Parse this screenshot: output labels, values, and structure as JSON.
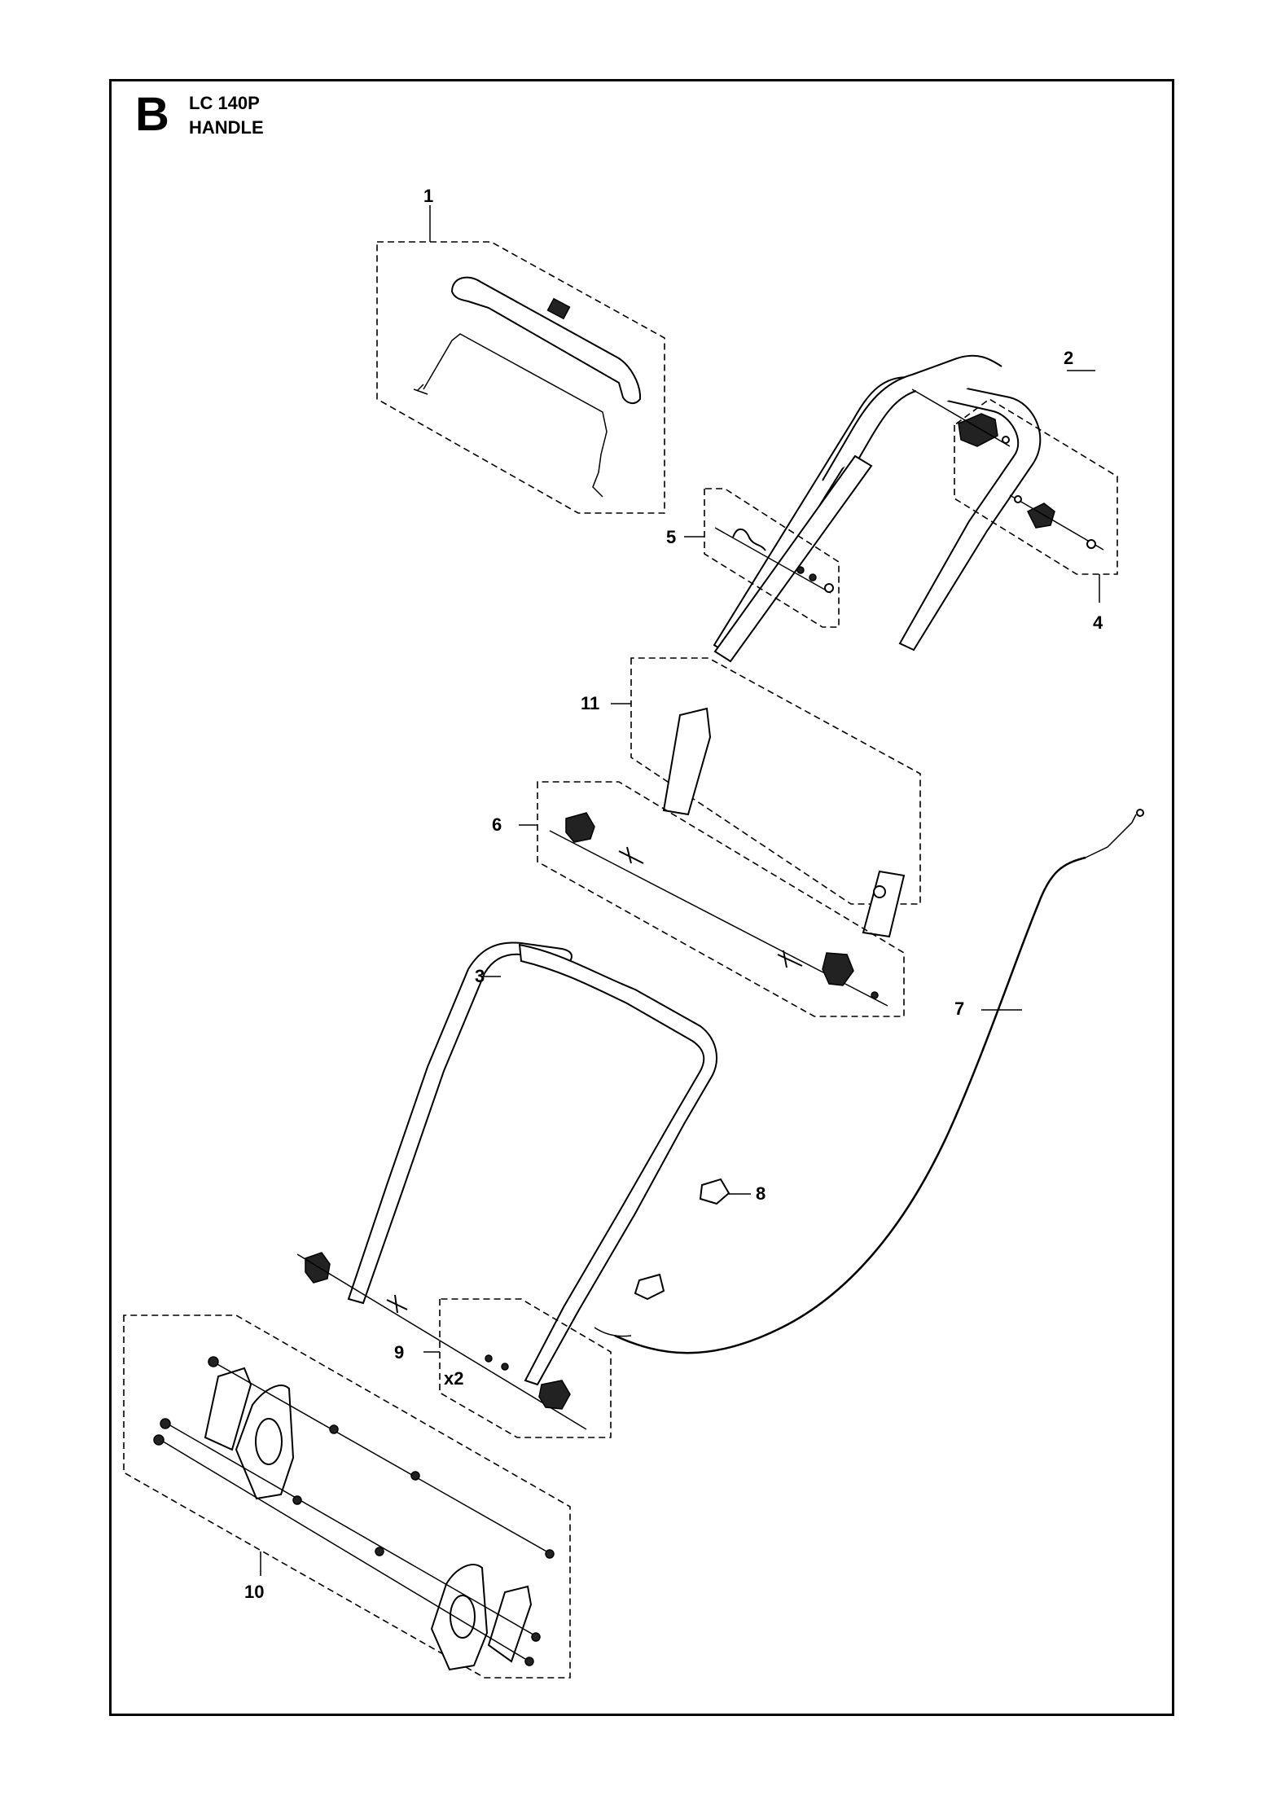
{
  "header": {
    "section_letter": "B",
    "model": "LC 140P",
    "title": "HANDLE"
  },
  "callouts": {
    "c1": "1",
    "c2": "2",
    "c3": "3",
    "c4": "4",
    "c5": "5",
    "c6": "6",
    "c7": "7",
    "c8": "8",
    "c9": "9",
    "c10": "10",
    "c11": "11",
    "qty9": "x2"
  }
}
